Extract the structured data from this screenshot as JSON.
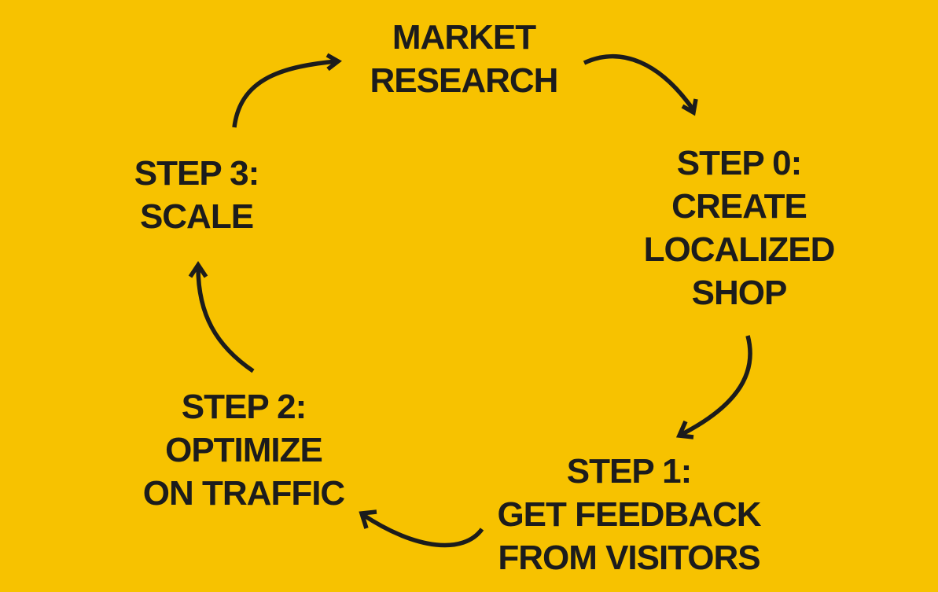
{
  "diagram": {
    "type": "cycle",
    "background_color": "#F7C200",
    "text_color": "#1C1C1C",
    "nodes": [
      {
        "id": "market",
        "lines": [
          "MARKET",
          "RESEARCH"
        ]
      },
      {
        "id": "step0",
        "lines": [
          "STEP 0:",
          "CREATE",
          "LOCALIZED",
          "SHOP"
        ]
      },
      {
        "id": "step1",
        "lines": [
          "STEP 1:",
          "GET FEEDBACK",
          "FROM VISITORS"
        ]
      },
      {
        "id": "step2",
        "lines": [
          "STEP 2:",
          "OPTIMIZE",
          "ON TRAFFIC"
        ]
      },
      {
        "id": "step3",
        "lines": [
          "STEP 3:",
          "SCALE"
        ]
      }
    ],
    "edges": [
      {
        "from": "market",
        "to": "step0",
        "icon": "curved-arrow-icon"
      },
      {
        "from": "step0",
        "to": "step1",
        "icon": "curved-arrow-icon"
      },
      {
        "from": "step1",
        "to": "step2",
        "icon": "curved-arrow-icon"
      },
      {
        "from": "step2",
        "to": "step3",
        "icon": "curved-arrow-icon"
      },
      {
        "from": "step3",
        "to": "market",
        "icon": "curved-arrow-icon"
      }
    ]
  }
}
